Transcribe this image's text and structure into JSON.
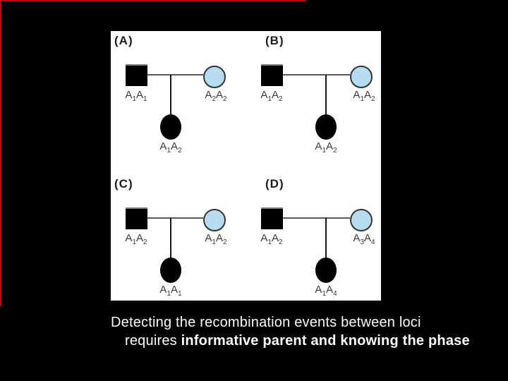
{
  "slide": {
    "background": "#000000",
    "accent_line_color": "#c90000"
  },
  "figure": {
    "background": "#ffffff",
    "female_fill": "#b7dcef",
    "panels": [
      {
        "label": "(A)",
        "father": {
          "g1": "A",
          "s1": "1",
          "g2": "A",
          "s2": "1"
        },
        "mother": {
          "g1": "A",
          "s1": "2",
          "g2": "A",
          "s2": "2"
        },
        "child": {
          "g1": "A",
          "s1": "1",
          "g2": "A",
          "s2": "2"
        }
      },
      {
        "label": "(B)",
        "father": {
          "g1": "A",
          "s1": "1",
          "g2": "A",
          "s2": "2"
        },
        "mother": {
          "g1": "A",
          "s1": "1",
          "g2": "A",
          "s2": "2"
        },
        "child": {
          "g1": "A",
          "s1": "1",
          "g2": "A",
          "s2": "2"
        }
      },
      {
        "label": "(C)",
        "father": {
          "g1": "A",
          "s1": "1",
          "g2": "A",
          "s2": "2"
        },
        "mother": {
          "g1": "A",
          "s1": "1",
          "g2": "A",
          "s2": "2"
        },
        "child": {
          "g1": "A",
          "s1": "1",
          "g2": "A",
          "s2": "1"
        }
      },
      {
        "label": "(D)",
        "father": {
          "g1": "A",
          "s1": "1",
          "g2": "A",
          "s2": "2"
        },
        "mother": {
          "g1": "A",
          "s1": "3",
          "g2": "A",
          "s2": "4"
        },
        "child": {
          "g1": "A",
          "s1": "1",
          "g2": "A",
          "s2": "4"
        }
      }
    ]
  },
  "caption": {
    "line1": "Detecting the recombination events between loci",
    "line2_regular": "requires ",
    "line2_bold": "informative parent and knowing the phase"
  }
}
